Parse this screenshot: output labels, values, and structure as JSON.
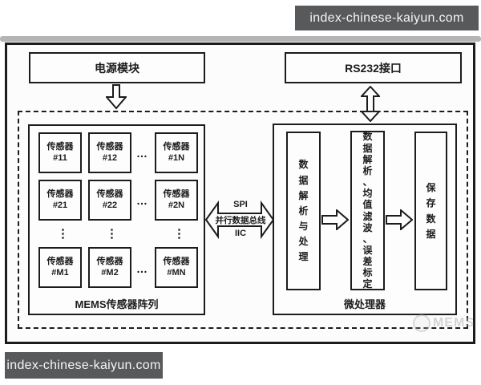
{
  "banners": {
    "top": "index-chinese-kaiyun.com",
    "bottom": "index-chinese-kaiyun.com"
  },
  "colors": {
    "banner_bg": "#58595b",
    "line": "#1c1c1c",
    "diagram_bg": "#fcfcfc",
    "watermark": "#b0b0b0"
  },
  "blocks": {
    "power_module": "电源模块",
    "rs232": "RS232接口"
  },
  "sensor_array": {
    "label": "MEMS传感器阵列",
    "h_dots": "…",
    "v_dots": "⋮",
    "cells": [
      [
        {
          "name": "传感器",
          "id": "#11"
        },
        {
          "name": "传感器",
          "id": "#12"
        },
        {
          "name": "传感器",
          "id": "#1N"
        }
      ],
      [
        {
          "name": "传感器",
          "id": "#21"
        },
        {
          "name": "传感器",
          "id": "#22"
        },
        {
          "name": "传感器",
          "id": "#2N"
        }
      ],
      [
        {
          "name": "传感器",
          "id": "#M1"
        },
        {
          "name": "传感器",
          "id": "#M2"
        },
        {
          "name": "传感器",
          "id": "#MN"
        }
      ]
    ]
  },
  "bus": {
    "top": "SPI",
    "middle": "并行数据总线",
    "bottom": "IIC"
  },
  "processor": {
    "label": "微处理器",
    "stages": [
      "数据解析与处理",
      "数据解析、均值滤波、误差标定",
      "保存数据"
    ]
  },
  "watermark": "MEMS"
}
